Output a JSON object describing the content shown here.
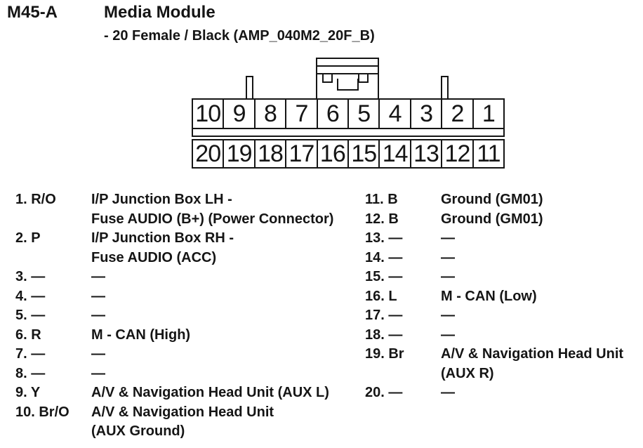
{
  "header": {
    "code": "M45-A",
    "title": "Media Module",
    "spec": "- 20 Female / Black (AMP_040M2_20F_B)"
  },
  "connector": {
    "top_row": [
      "10",
      "9",
      "8",
      "7",
      "6",
      "5",
      "4",
      "3",
      "2",
      "1"
    ],
    "bottom_row": [
      "20",
      "19",
      "18",
      "17",
      "16",
      "15",
      "14",
      "13",
      "12",
      "11"
    ]
  },
  "pin_list": {
    "left_lines": [
      {
        "label": "1. R/O",
        "desc": "I/P Junction Box LH -"
      },
      {
        "label": "",
        "desc": "Fuse AUDIO (B+) (Power Connector)"
      },
      {
        "label": "2. P",
        "desc": "I/P Junction Box RH -"
      },
      {
        "label": "",
        "desc": "Fuse AUDIO (ACC)"
      },
      {
        "label": "3. —",
        "desc": "—"
      },
      {
        "label": "4. —",
        "desc": "—"
      },
      {
        "label": "5. —",
        "desc": "—"
      },
      {
        "label": "6. R",
        "desc": "M - CAN (High)"
      },
      {
        "label": "7. —",
        "desc": "—"
      },
      {
        "label": "8. —",
        "desc": "—"
      },
      {
        "label": "9. Y",
        "desc": "A/V & Navigation Head Unit (AUX L)"
      },
      {
        "label": "10. Br/O",
        "desc": "A/V & Navigation Head Unit"
      },
      {
        "label": "",
        "desc": "(AUX Ground)"
      }
    ],
    "right_lines": [
      {
        "label": "11. B",
        "desc": "Ground (GM01)"
      },
      {
        "label": "12. B",
        "desc": "Ground (GM01)"
      },
      {
        "label": "13. —",
        "desc": "—"
      },
      {
        "label": "14. —",
        "desc": "—"
      },
      {
        "label": "15. —",
        "desc": "—"
      },
      {
        "label": "16. L",
        "desc": "M - CAN (Low)"
      },
      {
        "label": "17. —",
        "desc": "—"
      },
      {
        "label": "18. —",
        "desc": "—"
      },
      {
        "label": "19. Br",
        "desc": "A/V & Navigation Head Unit"
      },
      {
        "label": "",
        "desc": "(AUX R)"
      },
      {
        "label": "20. —",
        "desc": "—"
      }
    ]
  },
  "colors": {
    "ink": "#151515",
    "background": "#ffffff"
  }
}
